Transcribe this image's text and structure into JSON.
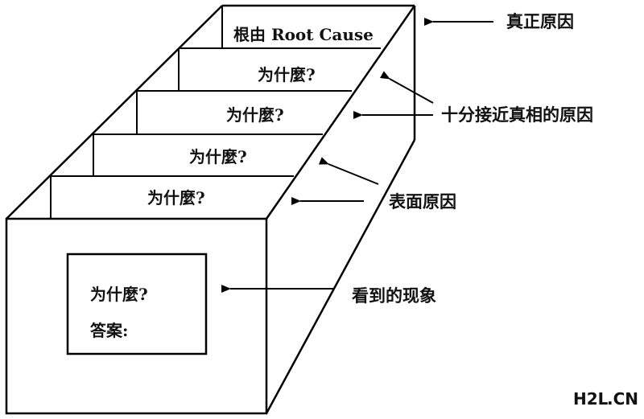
{
  "stages": {
    "root_cause": "根由 Root Cause",
    "why_labels": [
      "为什麼?",
      "为什麼?",
      "为什麼?",
      "为什麼?"
    ]
  },
  "front_box": {
    "question": "为什麼?",
    "answer": "答案:"
  },
  "callouts": {
    "true_cause": "真正原因",
    "near_cause": "十分接近真相的原因",
    "surface_cause": "表面原因",
    "observed": "看到的现象"
  },
  "watermark": {
    "h2l": "H2L",
    "cn": ".CN",
    "h2l_color": "#e8a317",
    "cn_color": "#3a3a3a"
  }
}
